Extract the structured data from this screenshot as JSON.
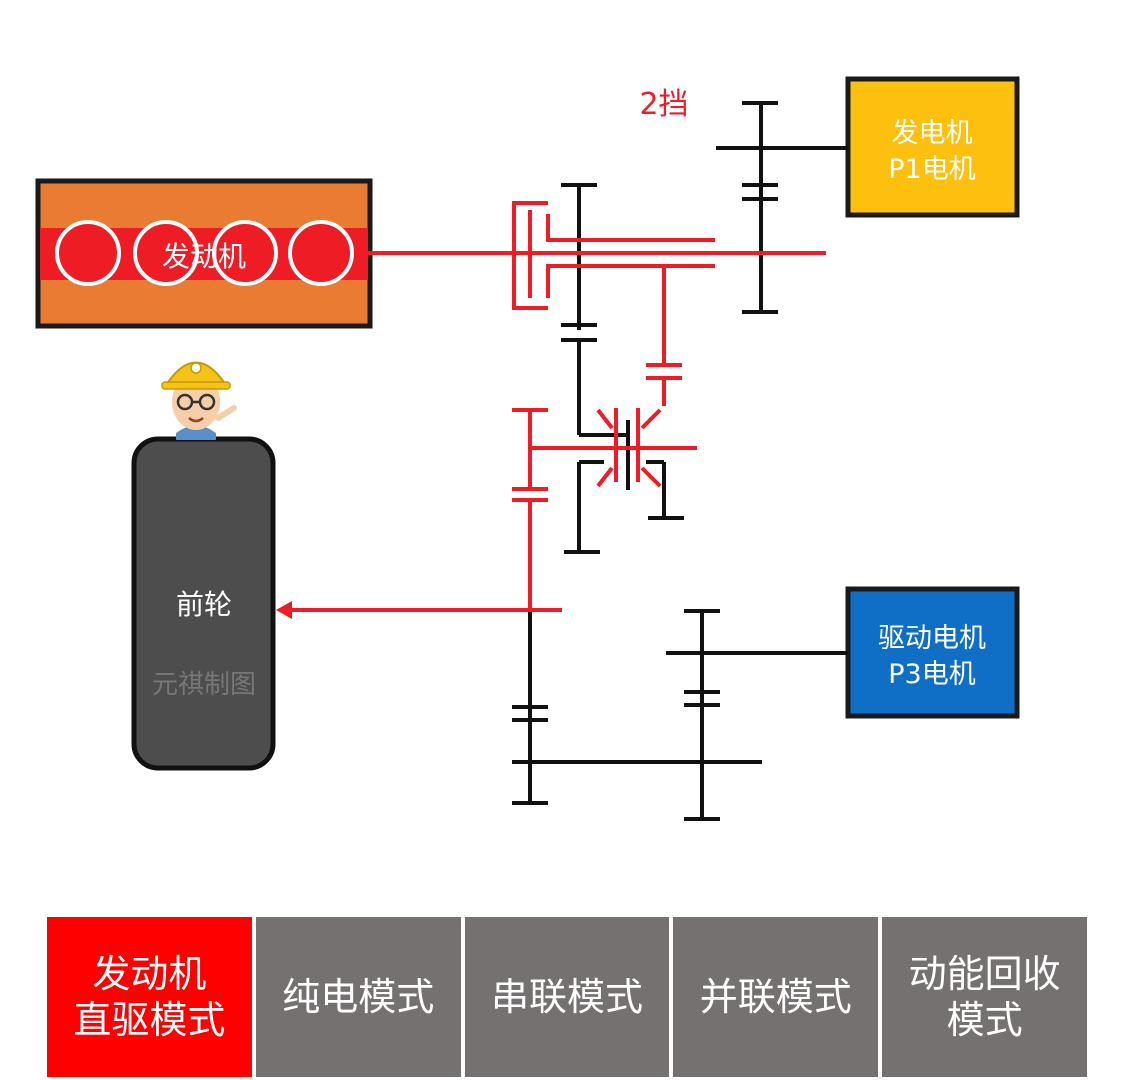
{
  "gear_label": "2挡",
  "engine": {
    "label": "发动机"
  },
  "generator": {
    "line1": "发电机",
    "line2": "P1电机"
  },
  "drive_motor": {
    "line1": "驱动电机",
    "line2": "P3电机"
  },
  "wheel": {
    "label": "前轮"
  },
  "watermark": "元祺制图",
  "colors": {
    "active_path": "#ee1c25",
    "engine_block": "#ea7b32",
    "generator": "#fdc00e",
    "drive_motor": "#0f6ec6",
    "wheel": "#4d4d4d",
    "mode_active": "#ff0000",
    "mode_inactive": "#767171"
  },
  "modes": [
    {
      "label": "发动机\n直驱模式",
      "active": true
    },
    {
      "label": "纯电模式",
      "active": false
    },
    {
      "label": "串联模式",
      "active": false
    },
    {
      "label": "并联模式",
      "active": false
    },
    {
      "label": "动能回收\n模式",
      "active": false
    }
  ]
}
